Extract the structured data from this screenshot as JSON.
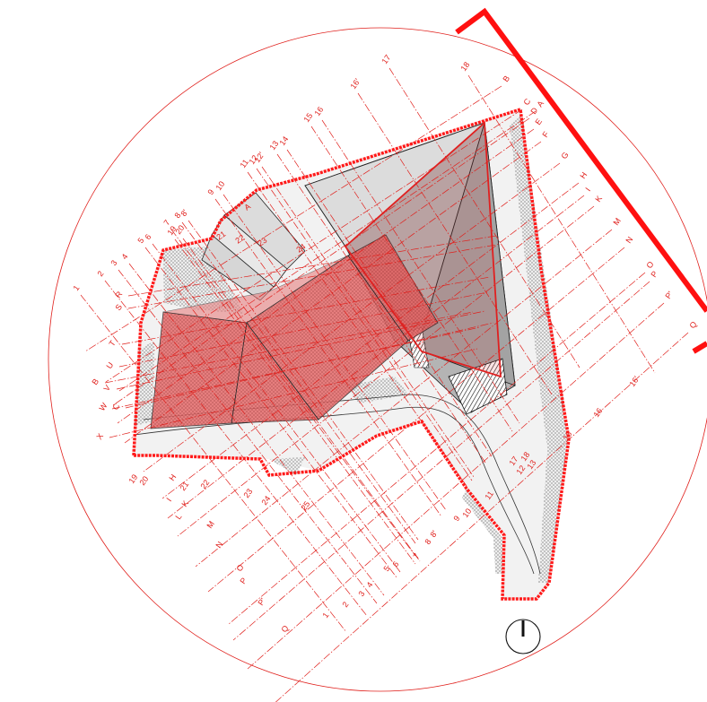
{
  "drawing": {
    "type": "site plan with structural grid",
    "colors": {
      "accent": "#e0201c",
      "boundary": "#ff1a1a",
      "roof_fill": "#e05a5a",
      "dark_roof": "#9a9a9a",
      "light_fill": "#e4e4e4",
      "line": "#222222"
    },
    "north_arrow_icon": "north-arrow-icon",
    "grid_letters_right": [
      "B",
      "C",
      "A",
      "D",
      "E",
      "F",
      "G",
      "H",
      "I",
      "K",
      "M",
      "N",
      "O",
      "P",
      "P'",
      "Q"
    ],
    "grid_letters_left": [
      "R",
      "S",
      "T",
      "B",
      "U",
      "V",
      "W",
      "C",
      "X"
    ],
    "grid_numbers_top": [
      "1",
      "2",
      "3",
      "4",
      "5",
      "6",
      "7",
      "19",
      "20",
      "8",
      "8'",
      "9",
      "10",
      "11",
      "12",
      "12'",
      "13",
      "14",
      "15",
      "16",
      "16'",
      "17",
      "18"
    ],
    "inner_numbers": [
      "21",
      "22",
      "23",
      "24"
    ],
    "bottom_labels": [
      "19",
      "20",
      "H",
      "21",
      "22",
      "I",
      "K",
      "L",
      "M",
      "N",
      "O",
      "P",
      "P'",
      "Q",
      "23",
      "24",
      "25",
      "9",
      "10",
      "11",
      "1",
      "2",
      "3",
      "4",
      "5",
      "6",
      "7",
      "8",
      "8'",
      "12",
      "13",
      "16",
      "16'",
      "17",
      "18",
      "15"
    ],
    "text_a_inner": "A"
  }
}
